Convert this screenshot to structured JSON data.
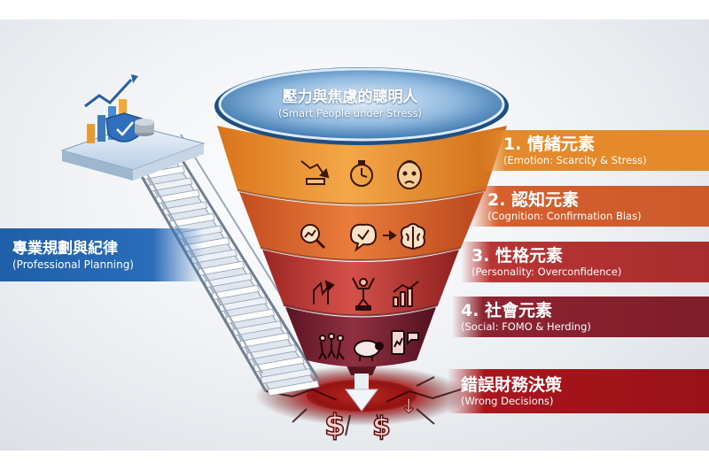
{
  "funnel": {
    "title": "壓力與焦慮的聰明人",
    "subtitle": "(Smart People under Stress)"
  },
  "levels": [
    {
      "title": "1. 情緒元素",
      "subtitle": "(Emotion: Scarcity & Stress)",
      "color": "#e58a2a",
      "icons": [
        "falling-money-icon",
        "stopwatch-icon",
        "worried-face-icon"
      ]
    },
    {
      "title": "2. 認知元素",
      "subtitle": "(Cognition: Confirmation Bias)",
      "color": "#d65f2d",
      "icons": [
        "magnifier-chart-icon",
        "thought-check-icon",
        "brain-icon"
      ]
    },
    {
      "title": "3. 性格元素",
      "subtitle": "(Personality: Overconfidence)",
      "color": "#b83533",
      "icons": [
        "arrows-up-icon",
        "winner-figure-icon",
        "rising-chart-icon"
      ]
    },
    {
      "title": "4. 社會元素",
      "subtitle": "(Social: FOMO & Herding)",
      "color": "#8e2330",
      "icons": [
        "crowd-icon",
        "sheep-icon",
        "phone-chat-icon"
      ]
    }
  ],
  "outcome": {
    "title": "錯誤財務決策",
    "subtitle": "(Wrong Decisions)",
    "color": "#a8161c"
  },
  "solution": {
    "title": "專業規劃與紀律",
    "subtitle": "(Professional Planning)",
    "color": "#2a6dba"
  }
}
